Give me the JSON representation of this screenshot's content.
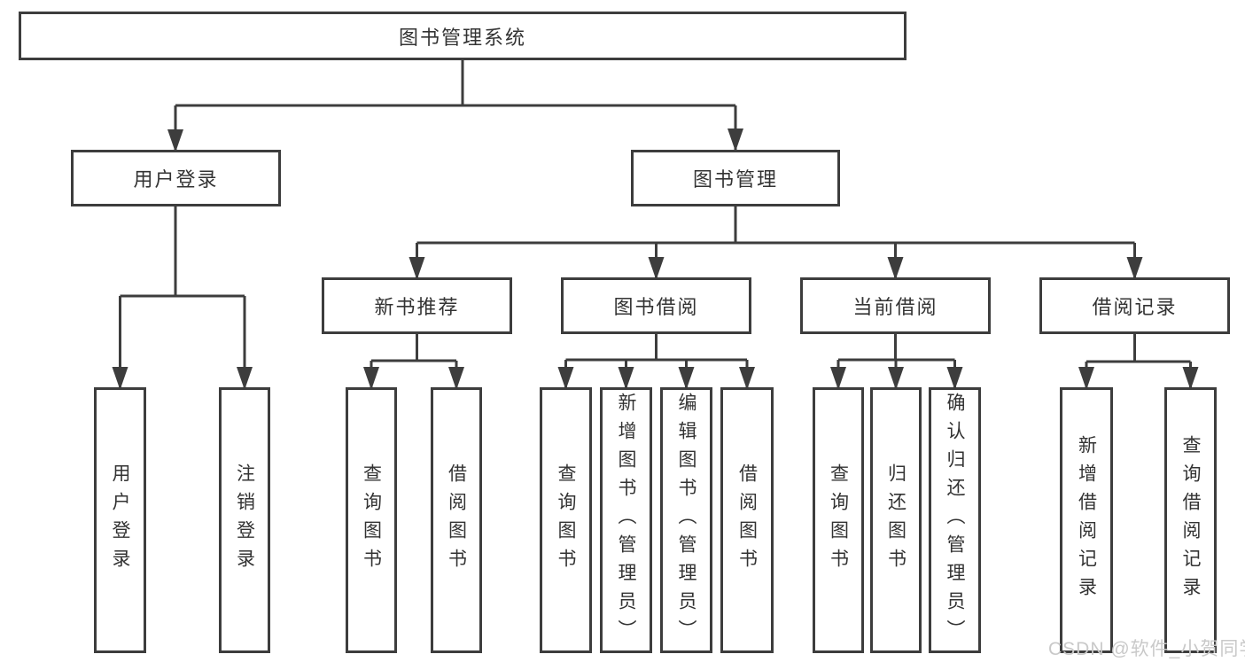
{
  "diagram": {
    "title": "图书管理系统",
    "level2": [
      {
        "label": "用户登录",
        "leaves": [
          "用户登录",
          "注销登录"
        ]
      },
      {
        "label": "图书管理"
      }
    ],
    "level3": [
      {
        "label": "新书推荐",
        "leaves": [
          "查询图书",
          "借阅图书"
        ]
      },
      {
        "label": "图书借阅",
        "leaves": [
          "查询图书",
          "新增图书（管理员）",
          "编辑图书（管理员）",
          "借阅图书"
        ]
      },
      {
        "label": "当前借阅",
        "leaves": [
          "查询图书",
          "归还图书",
          "确认归还（管理员）"
        ]
      },
      {
        "label": "借阅记录",
        "leaves": [
          "新增借阅记录",
          "查询借阅记录"
        ]
      }
    ]
  },
  "watermark": {
    "text": "CSDN @软件_小贺同学"
  },
  "colors": {
    "background": "#ffffff",
    "line": "#3d3d3d",
    "box_border": "#3d3d3d",
    "text": "#333333",
    "watermark": "#c9c9c9"
  }
}
